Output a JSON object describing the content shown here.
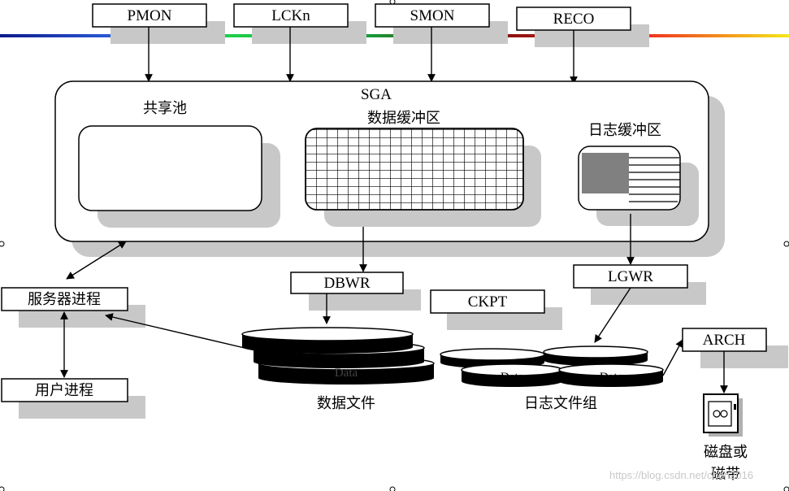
{
  "processes_top": [
    "PMON",
    "LCKn",
    "SMON",
    "RECO"
  ],
  "sga": {
    "title": "SGA",
    "shared_pool": "共享池",
    "db_buffer": "数据缓冲区",
    "redo_buffer": "日志缓冲区"
  },
  "processes_mid": {
    "dbwr": "DBWR",
    "ckpt": "CKPT",
    "lgwr": "LGWR",
    "arch": "ARCH",
    "server": "服务器进程",
    "user": "用户进程"
  },
  "storage": {
    "data_files": "数据文件",
    "log_groups": "日志文件组",
    "disk_line1": "磁盘或",
    "disk_line2": "磁带",
    "data_label": "Data"
  },
  "watermark": "https://blog.csdn.net/chen2016",
  "colors": {
    "line_blue": "#1a2a9a",
    "line_green": "#22c24a",
    "line_red": "#e02020",
    "line_yellow": "#f2e21a",
    "shadow": "#c8c8c8"
  }
}
